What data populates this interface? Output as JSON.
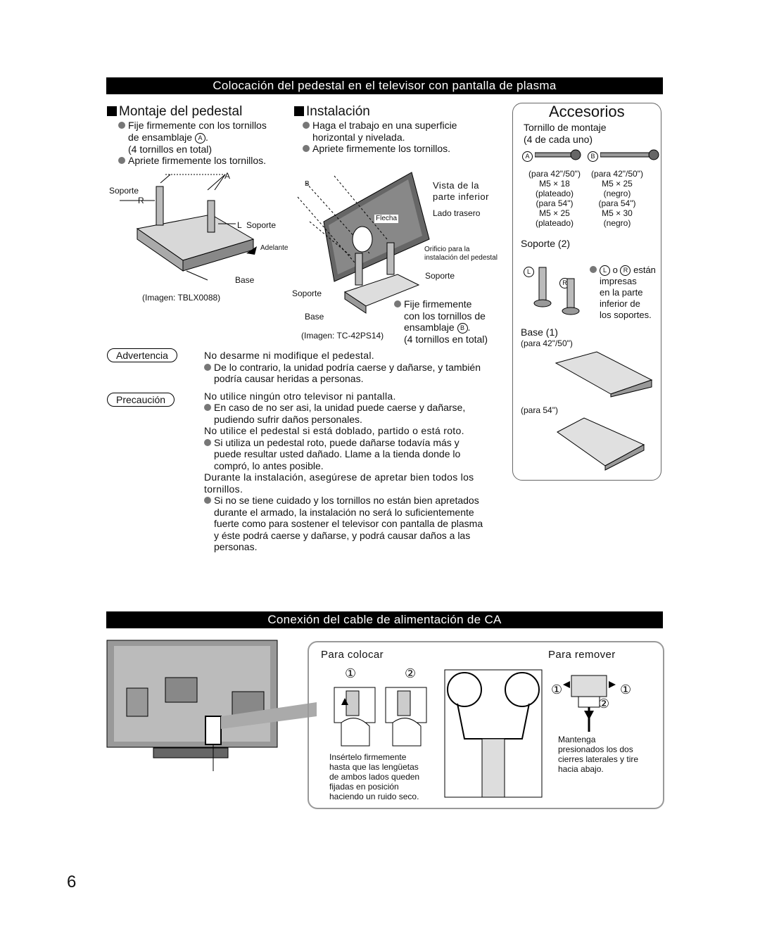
{
  "header_bar_top": "Colocación del pedestal en el televisor con pantalla de plasma",
  "montaje": {
    "title": "Montaje del pedestal",
    "b1_l1": "Fije firmemente con los tornillos",
    "b1_l2": "de ensamblaje",
    "b1_letter": "A",
    "b1_l3": "(4 tornillos en total)",
    "b2": "Apriete firmemente los tornillos.",
    "fig_soporte_r": "Soporte",
    "fig_r": "R",
    "fig_a": "A",
    "fig_l": "L",
    "fig_soporte_l": "Soporte",
    "fig_adelante": "Adelante",
    "fig_base": "Base",
    "fig_imagen": "(Imagen: TBLX0088)"
  },
  "instalacion": {
    "title": "Instalación",
    "b1_l1": "Haga el trabajo en una superficie",
    "b1_l2": "horizontal y nivelada.",
    "b2": "Apriete firmemente los tornillos.",
    "vista_l1": "Vista de la",
    "vista_l2": "parte inferior",
    "lado": "Lado trasero",
    "flecha": "Flecha",
    "orificio_l1": "Orificio para la",
    "orificio_l2": "instalación del pedestal",
    "soporte_right": "Soporte",
    "soporte_left": "Soporte",
    "base": "Base",
    "fije_l1": "Fije firmemente",
    "fije_l2": "con los tornillos de",
    "fije_l3": "ensamblaje",
    "fije_letter": "B",
    "fije_l4": "(4 tornillos en total)",
    "imagen": "(Imagen: TC-42PS14)",
    "b_letter": "B"
  },
  "accesorios": {
    "title": "Accesorios",
    "tornillo_l1": "Tornillo de montaje",
    "tornillo_l2": "(4 de cada uno)",
    "a": "A",
    "b": "B",
    "a_rows": [
      "(para 42\"/50\")",
      "M5 × 18",
      "(plateado)",
      "(para 54\")",
      "M5 × 25",
      "(plateado)"
    ],
    "b_rows": [
      "(para 42\"/50\")",
      "M5 × 25",
      "(negro)",
      "(para 54\")",
      "M5 × 30",
      "(negro)"
    ],
    "soporte": "Soporte (2)",
    "l": "L",
    "r": "R",
    "o": "o",
    "estan": "están",
    "impresas_rows": [
      "impresas",
      "en la parte",
      "inferior de",
      "los soportes."
    ],
    "base": "Base (1)",
    "para_42": "(para 42\"/50\")",
    "para_54": "(para 54\")"
  },
  "warnings": {
    "advertencia": "Advertencia",
    "precaucion": "Precaución",
    "w1_title": "No desarme ni modifique el pedestal.",
    "w1_l1": "De lo contrario, la unidad podría caerse y dañarse, y también",
    "w1_l2": "podría causar heridas a personas.",
    "w2_title": "No utilice ningún otro televisor ni pantalla.",
    "w2_l1": "En caso de no ser asi, la unidad puede caerse y dañarse,",
    "w2_l2": "pudiendo sufrir daños personales.",
    "w3_title": "No utilice el pedestal si está doblado, partido o está roto.",
    "w3_l1": "Si utiliza un pedestal roto, puede dañarse todavía más y",
    "w3_l2": "puede resultar usted dañado. Llame a la tienda donde lo",
    "w3_l3": "compró, lo antes posible.",
    "w4_title_l1": "Durante la instalación, asegúrese de apretar bien todos los",
    "w4_title_l2": "tornillos.",
    "w4_l1": "Si no se tiene cuidado y los tornillos no están bien apretados",
    "w4_l2": "durante el armado, la instalación no será lo suficientemente",
    "w4_l3": "fuerte como para sostener el televisor con pantalla de plasma",
    "w4_l4": "y éste podrá caerse y dañarse, y podrá causar daños a las",
    "w4_l5": "personas."
  },
  "header_bar_bottom": "Conexión del cable de alimentación de CA",
  "cable": {
    "para_colocar": "Para colocar",
    "para_remover": "Para remover",
    "n1": "①",
    "n2": "②",
    "insert_rows": [
      "Insértelo firmemente",
      "hasta que las lengüetas",
      "de ambos lados queden",
      "fijadas en posición",
      "haciendo un ruido seco."
    ],
    "mantenga_rows": [
      "Mantenga",
      "presionados los dos",
      "cierres laterales y tire",
      "hacia abajo."
    ]
  },
  "page_number": "6"
}
